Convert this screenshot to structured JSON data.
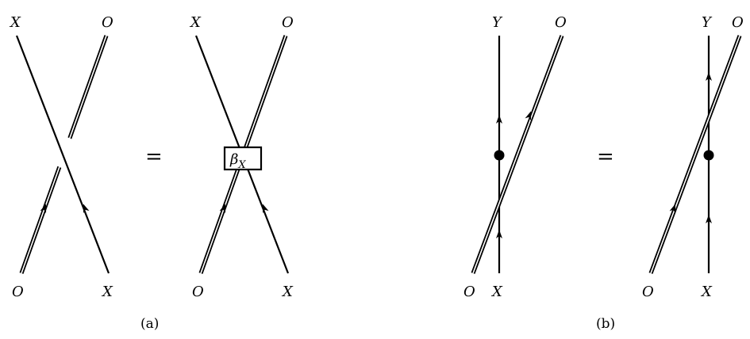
{
  "panel_a": {
    "left": {
      "top_left": "X",
      "top_right": "O",
      "bottom_left": "O",
      "bottom_right": "X"
    },
    "equals": "=",
    "right": {
      "top_left": "X",
      "top_right": "O",
      "bottom_left": "O",
      "bottom_right": "X"
    },
    "box": {
      "symbol": "β",
      "subscript": "X"
    },
    "caption": "(a)"
  },
  "panel_b": {
    "left": {
      "top_left": "Y",
      "top_right": "O",
      "bottom_left": "O",
      "bottom_right": "X"
    },
    "equals": "=",
    "right": {
      "top_left": "Y",
      "top_right": "O",
      "bottom_left": "O",
      "bottom_right": "X"
    },
    "caption": "(b)"
  }
}
